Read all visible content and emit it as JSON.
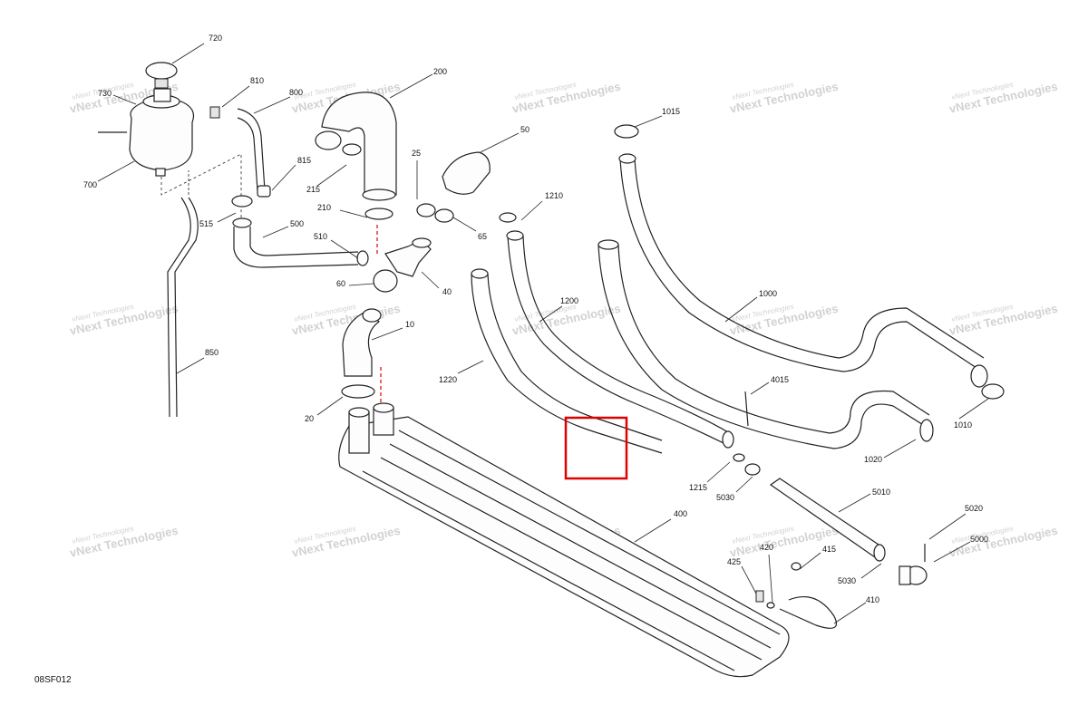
{
  "diagram_code": "08SF012",
  "watermark": {
    "line1": "vNext Technologies",
    "line2": "vNext Technologies"
  },
  "highlight_color": "#e00000",
  "parts": [
    {
      "id": "p720",
      "label": "720"
    },
    {
      "id": "p730",
      "label": "730"
    },
    {
      "id": "p700",
      "label": "700"
    },
    {
      "id": "p810",
      "label": "810"
    },
    {
      "id": "p800",
      "label": "800"
    },
    {
      "id": "p815",
      "label": "815"
    },
    {
      "id": "p515",
      "label": "515"
    },
    {
      "id": "p500",
      "label": "500"
    },
    {
      "id": "p850",
      "label": "850"
    },
    {
      "id": "p200",
      "label": "200"
    },
    {
      "id": "p215",
      "label": "215"
    },
    {
      "id": "p210",
      "label": "210"
    },
    {
      "id": "p25",
      "label": "25"
    },
    {
      "id": "p50",
      "label": "50"
    },
    {
      "id": "p65",
      "label": "65"
    },
    {
      "id": "p510",
      "label": "510"
    },
    {
      "id": "p60",
      "label": "60"
    },
    {
      "id": "p40",
      "label": "40"
    },
    {
      "id": "p10",
      "label": "10"
    },
    {
      "id": "p20",
      "label": "20"
    },
    {
      "id": "p400",
      "label": "400"
    },
    {
      "id": "p1210",
      "label": "1210"
    },
    {
      "id": "p1200",
      "label": "1200"
    },
    {
      "id": "p1220",
      "label": "1220"
    },
    {
      "id": "p1215",
      "label": "1215"
    },
    {
      "id": "p5030a",
      "label": "5030"
    },
    {
      "id": "p1015",
      "label": "1015"
    },
    {
      "id": "p1000",
      "label": "1000"
    },
    {
      "id": "p4015",
      "label": "4015"
    },
    {
      "id": "p1010",
      "label": "1010"
    },
    {
      "id": "p1020",
      "label": "1020"
    },
    {
      "id": "p5010",
      "label": "5010"
    },
    {
      "id": "p5020",
      "label": "5020"
    },
    {
      "id": "p5000",
      "label": "5000"
    },
    {
      "id": "p5030b",
      "label": "5030"
    },
    {
      "id": "p420",
      "label": "420"
    },
    {
      "id": "p415",
      "label": "415"
    },
    {
      "id": "p425",
      "label": "425"
    },
    {
      "id": "p410",
      "label": "410"
    }
  ]
}
